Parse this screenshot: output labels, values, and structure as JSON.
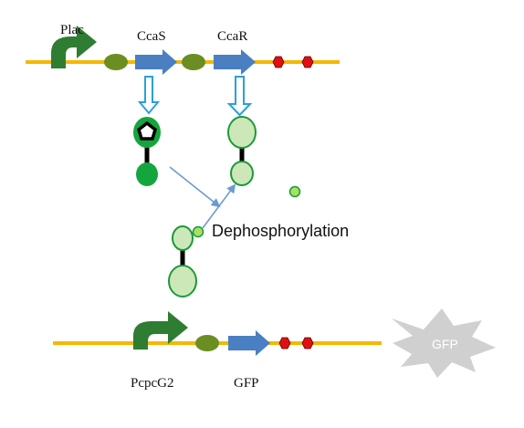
{
  "labels": {
    "plac": "Plac",
    "ccas": "CcaS",
    "ccar": "CcaR",
    "dephosphorylation": "Dephosphorylation",
    "pcpcg2": "PcpcG2",
    "gfp": "GFP",
    "gfp_burst": "GFP"
  },
  "colors": {
    "dna_line": "#f5b800",
    "promoter_arrow": "#2e7d32",
    "rbs": "#6b8e23",
    "gene_arrow": "#4a7fc1",
    "terminator": "#e01010",
    "protein_dark": "#13a63f",
    "protein_light": "#cde8b8",
    "protein_outline": "#1a9a3a",
    "phosphate": "#a8e05f",
    "open_arrow": "#2aa0d8",
    "flow_arrow": "#6b9bd1",
    "burst": "#d0d0d0"
  }
}
